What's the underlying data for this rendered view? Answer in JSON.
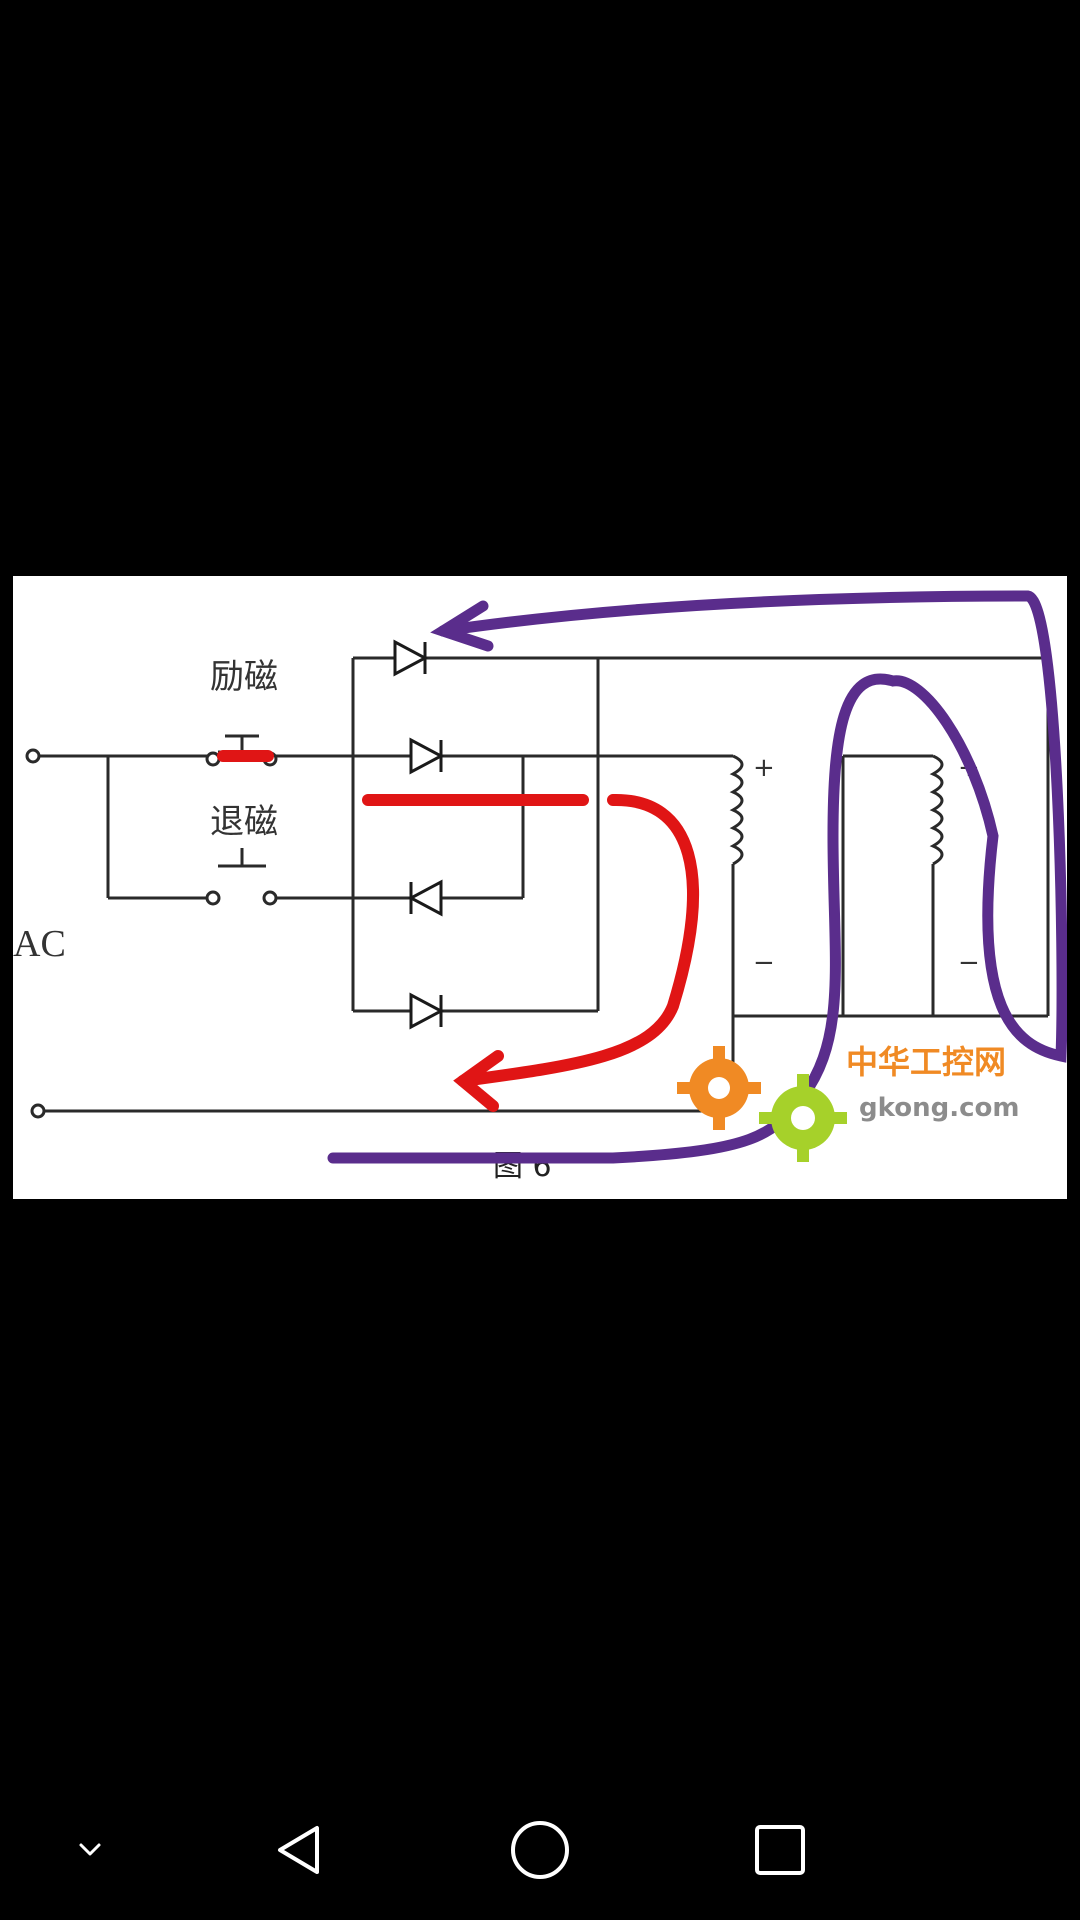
{
  "image": {
    "labels": {
      "excite": "励磁",
      "demagnetize": "退磁",
      "ac": "AC",
      "plus_1": "+",
      "minus_1": "−",
      "plus_2": "+",
      "minus_2": "−",
      "figure_caption": "图 6"
    },
    "watermark": {
      "cn_text": "中华工控网",
      "domain": "gkong.com"
    },
    "colors": {
      "wire": "#2a2a2a",
      "red_annotation": "#e01515",
      "purple_annotation": "#5a2d8c",
      "watermark_orange": "#f08a24",
      "watermark_green": "#a6d12a"
    }
  },
  "navbar": {
    "collapse_icon": "chevron-down-icon",
    "back_icon": "triangle-back-icon",
    "home_icon": "circle-home-icon",
    "recents_icon": "square-recents-icon"
  }
}
